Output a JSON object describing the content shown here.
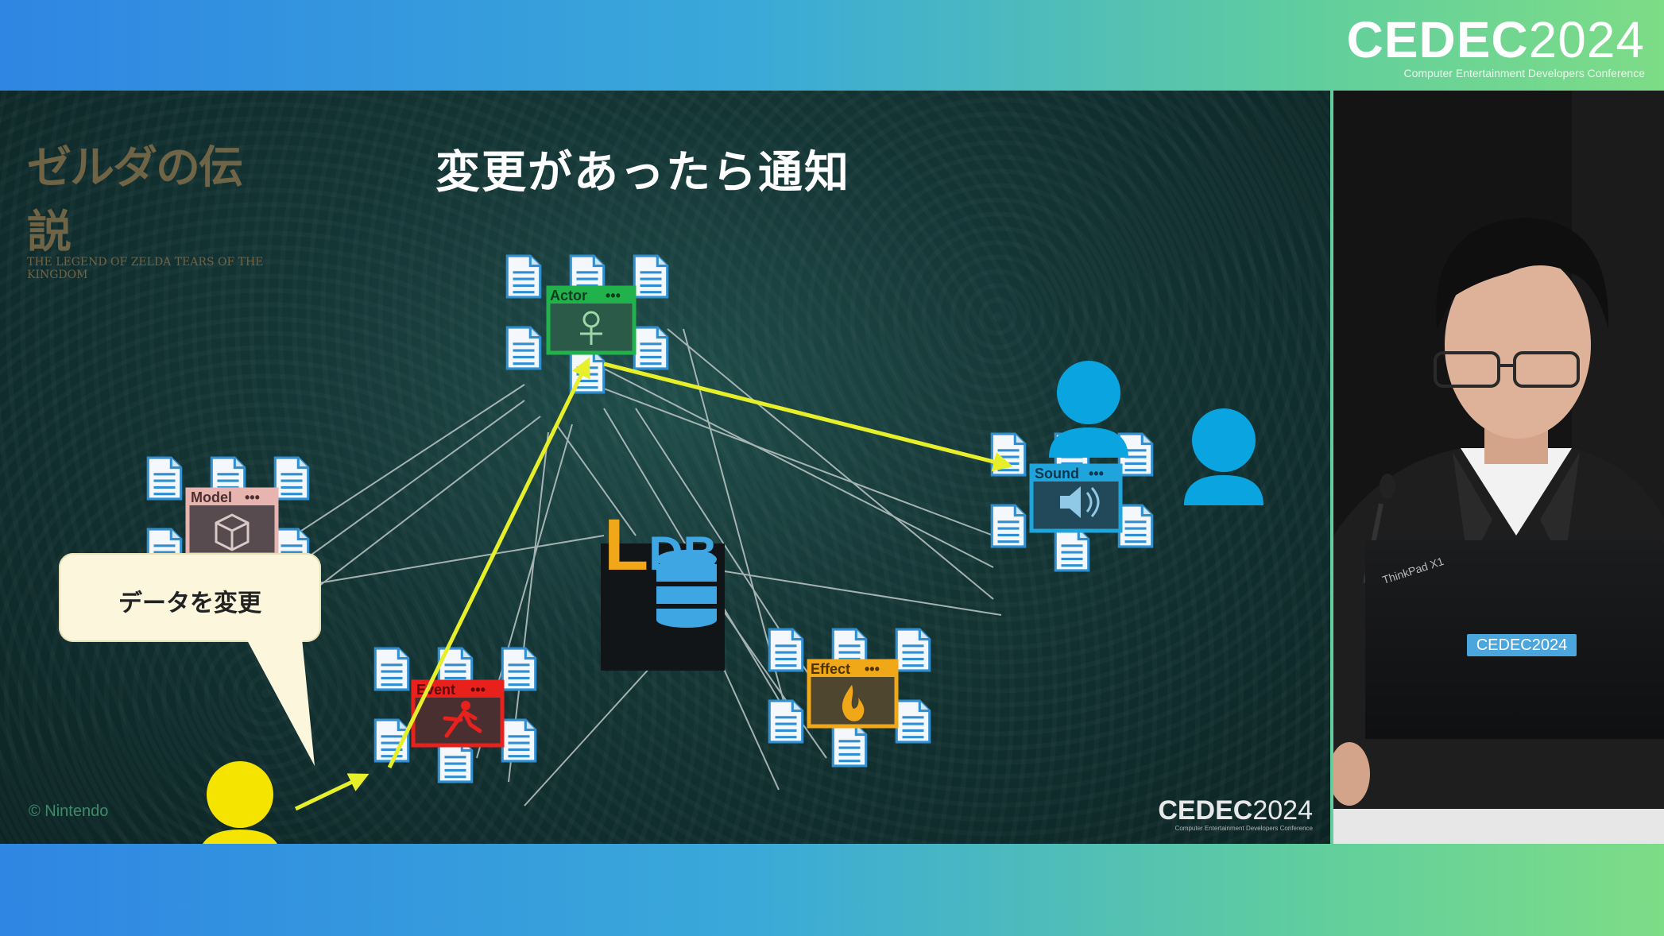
{
  "event": {
    "brand_bold": "CEDEC",
    "brand_year": "2024",
    "brand_sub": "Computer Entertainment Developers Conference"
  },
  "slide": {
    "title": "変更があったら通知",
    "game_logo_jp": "ゼルダの伝説",
    "game_logo_en": "THE LEGEND OF ZELDA TEARS OF THE KINGDOM",
    "copyright": "© Nintendo",
    "bubble_text": "データを変更",
    "nodes": {
      "actor": "Actor",
      "model": "Model",
      "sound": "Sound",
      "effect": "Effect",
      "event": "Event"
    },
    "db_l": "L",
    "db_rest": "DB",
    "colors": {
      "actor": "#22b24c",
      "model": "#e8b4b0",
      "sound": "#1fa4dc",
      "effect": "#f0a818",
      "event": "#e8211d",
      "highlight": "#e6ef2a",
      "user_blue": "#0aa5e0",
      "user_yellow": "#f5e400"
    }
  },
  "laptop": {
    "brand": "ThinkPad X1",
    "sticker": "CEDEC2024"
  }
}
